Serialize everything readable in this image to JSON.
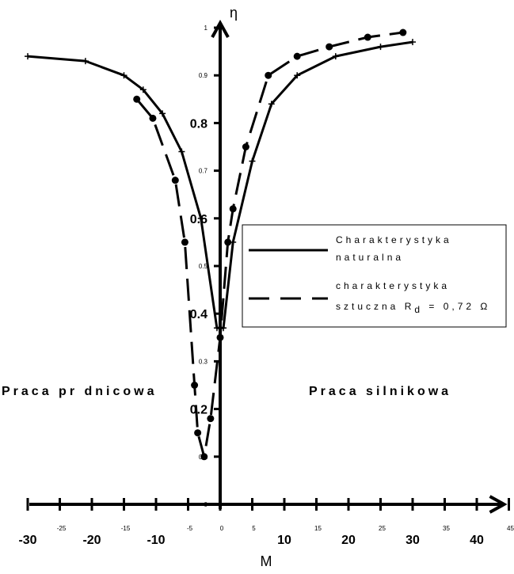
{
  "chart_data": {
    "type": "line",
    "xlabel": "M",
    "ylabel": "η",
    "xlim": [
      -30,
      45
    ],
    "ylim": [
      0,
      1
    ],
    "x_ticks": [
      {
        "v": -30,
        "label": "-30",
        "major": true
      },
      {
        "v": -25,
        "label": "-25",
        "major": false
      },
      {
        "v": -20,
        "label": "-20",
        "major": true
      },
      {
        "v": -15,
        "label": "-15",
        "major": false
      },
      {
        "v": -10,
        "label": "-10",
        "major": true
      },
      {
        "v": -5,
        "label": "-5",
        "major": false
      },
      {
        "v": 0,
        "label": "0",
        "major": false
      },
      {
        "v": 5,
        "label": "5",
        "major": false
      },
      {
        "v": 10,
        "label": "10",
        "major": true
      },
      {
        "v": 15,
        "label": "15",
        "major": false
      },
      {
        "v": 20,
        "label": "20",
        "major": true
      },
      {
        "v": 25,
        "label": "25",
        "major": false
      },
      {
        "v": 30,
        "label": "30",
        "major": true
      },
      {
        "v": 35,
        "label": "35",
        "major": false
      },
      {
        "v": 40,
        "label": "40",
        "major": true
      },
      {
        "v": 45,
        "label": "45",
        "major": false
      }
    ],
    "y_ticks": [
      {
        "v": 0,
        "label": "0",
        "major": false
      },
      {
        "v": 0.1,
        "label": "0.1",
        "major": false
      },
      {
        "v": 0.2,
        "label": "0.2",
        "major": true
      },
      {
        "v": 0.3,
        "label": "0.3",
        "major": false
      },
      {
        "v": 0.4,
        "label": "0.4",
        "major": true
      },
      {
        "v": 0.5,
        "label": "0.5",
        "major": false
      },
      {
        "v": 0.6,
        "label": "0.6",
        "major": true
      },
      {
        "v": 0.7,
        "label": "0.7",
        "major": false
      },
      {
        "v": 0.8,
        "label": "0.8",
        "major": true
      },
      {
        "v": 0.9,
        "label": "0.9",
        "major": false
      },
      {
        "v": 1,
        "label": "1",
        "major": false
      }
    ],
    "series": [
      {
        "name": "Charakterystyka naturalna",
        "style": "solid",
        "marker": "plus",
        "x": [
          -30,
          -21,
          -15,
          -12,
          -9,
          -6,
          -3,
          -0.5,
          0.5,
          2,
          5,
          8,
          12,
          18,
          25,
          30
        ],
        "y": [
          0.94,
          0.93,
          0.9,
          0.87,
          0.82,
          0.74,
          0.6,
          0.37,
          0.37,
          0.55,
          0.72,
          0.84,
          0.9,
          0.94,
          0.96,
          0.97
        ]
      },
      {
        "name": "charakterystyka sztuczna Rd = 0,72 Ω",
        "style": "dashed",
        "marker": "dot",
        "x": [
          -13,
          -10.5,
          -7,
          -5.5,
          -4,
          -3.5,
          -2.5,
          -1.5,
          0,
          1.2,
          2,
          4,
          7.5,
          12,
          17,
          23,
          28.5
        ],
        "y": [
          0.85,
          0.81,
          0.68,
          0.55,
          0.25,
          0.15,
          0.1,
          0.18,
          0.35,
          0.55,
          0.62,
          0.75,
          0.9,
          0.94,
          0.96,
          0.98,
          0.99
        ]
      }
    ],
    "legend": {
      "line1_a": "Charakterystyka",
      "line1_b": "naturalna",
      "line2_a": "charakterystyka",
      "line2_b": "sztuczna R",
      "line2_sub": "d",
      "line2_c": " = 0,72 Ω"
    },
    "annotations": {
      "left": "Praca pr  dnicowa",
      "right": "Praca silnikowa"
    }
  }
}
